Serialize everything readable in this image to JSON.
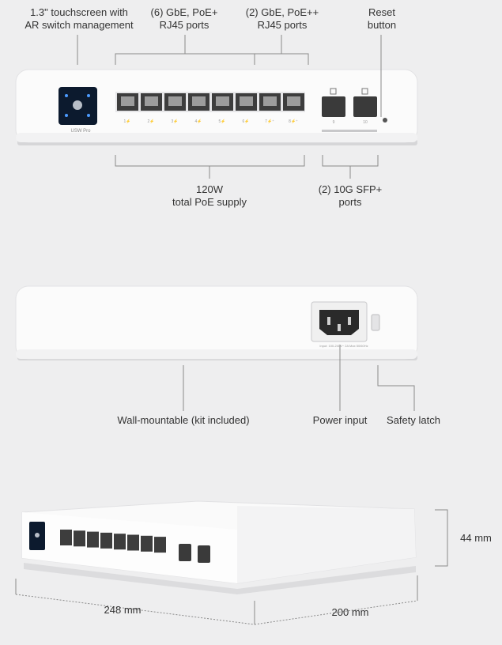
{
  "front_view": {
    "callouts": {
      "touchscreen": "1.3\" touchscreen with\nAR switch management",
      "poe_plus": "(6) GbE, PoE+\nRJ45 ports",
      "poe_plus_plus": "(2) GbE, PoE++\nRJ45 ports",
      "reset": "Reset\nbutton",
      "poe_supply": "120W\ntotal PoE supply",
      "sfp": "(2) 10G SFP+\nports"
    },
    "model_badge": "USW Pro",
    "port_labels": [
      "1⚡",
      "2⚡",
      "3⚡",
      "4⚡",
      "5⚡",
      "6⚡",
      "7⚡⁺",
      "8⚡⁺"
    ],
    "sfp_labels": [
      "9",
      "10"
    ]
  },
  "back_view": {
    "callouts": {
      "wall_mount": "Wall-mountable (kit included)",
      "power_input": "Power input",
      "safety_latch": "Safety latch"
    },
    "power_rating": "Input: 100-240V~ 2A Max 50/60Hz"
  },
  "perspective_view": {
    "dimensions": {
      "width": "248 mm",
      "depth": "200 mm",
      "height": "44 mm"
    }
  },
  "colors": {
    "background": "#eeeeef",
    "device": "#fbfbfb",
    "screen": "#0c1a2e",
    "port": "#3d3d3d"
  }
}
